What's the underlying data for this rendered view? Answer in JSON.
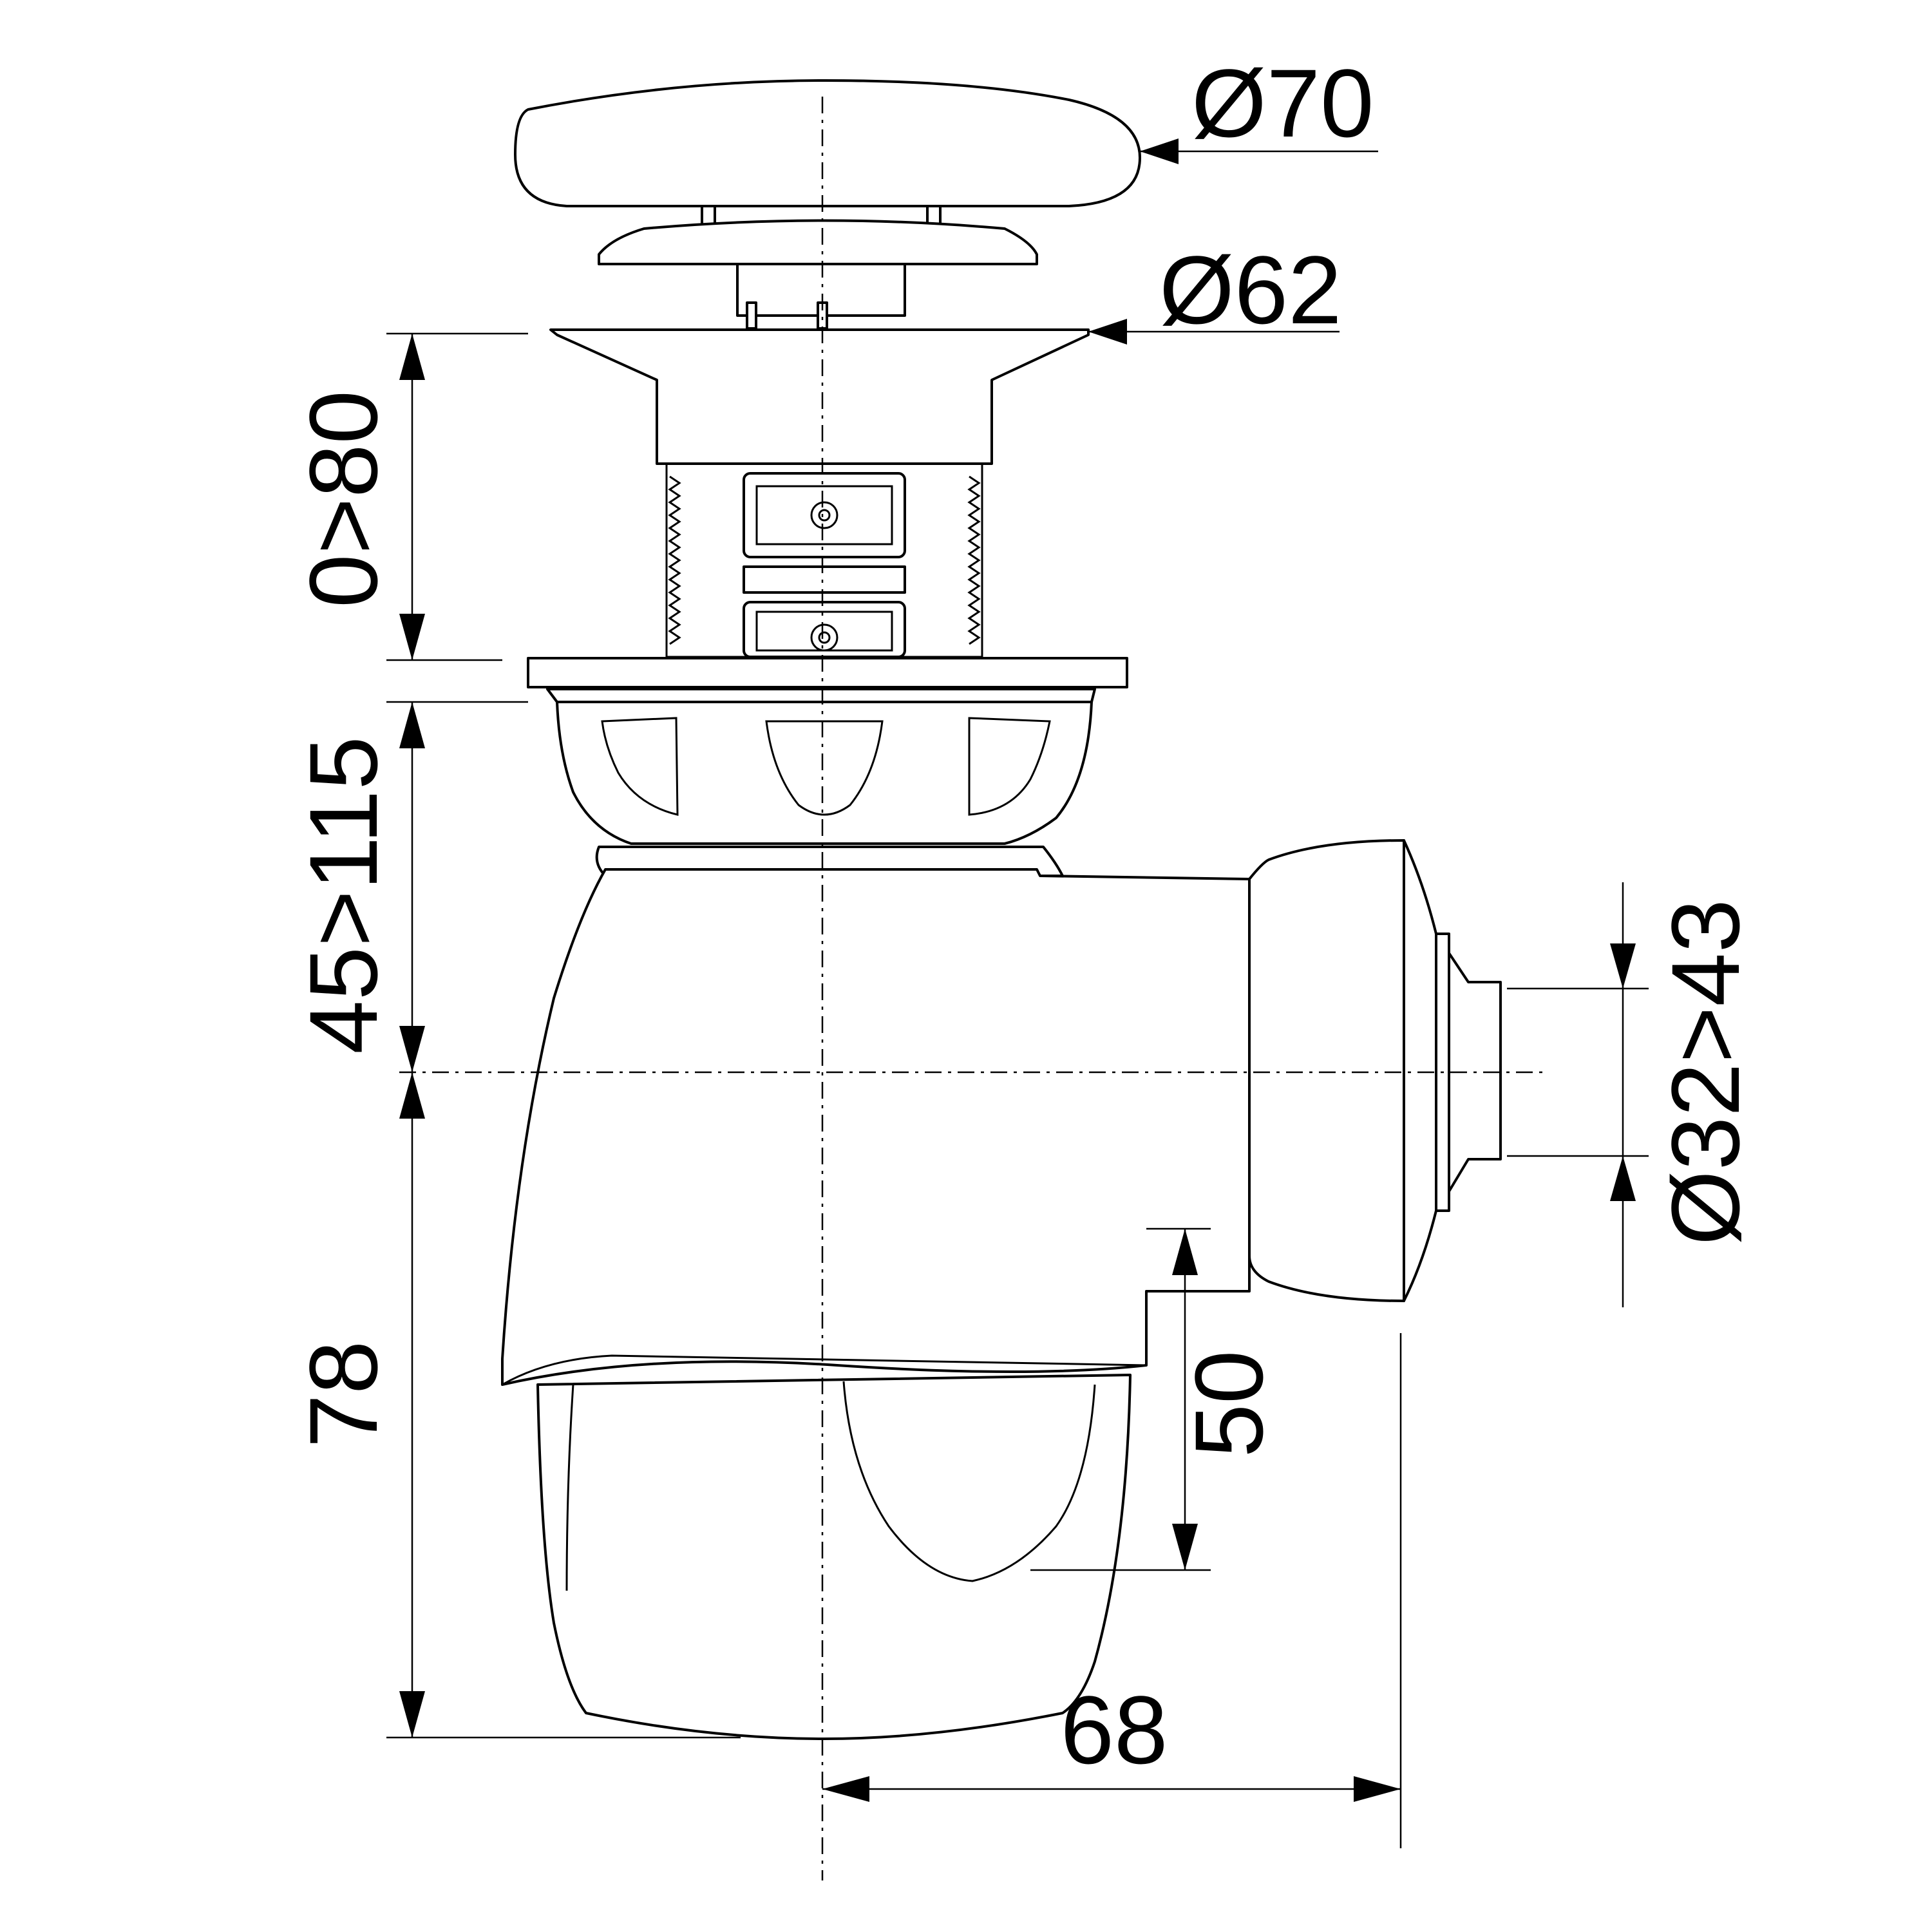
{
  "dimensions": {
    "cap_diameter": "Ø70",
    "flange_diameter": "Ø62",
    "height_adjust": "0>80",
    "upper_height": "45>115",
    "lower_height": "78",
    "outlet_diameter": "Ø32>43",
    "outlet_to_bottom": "50",
    "outlet_depth": "68"
  }
}
